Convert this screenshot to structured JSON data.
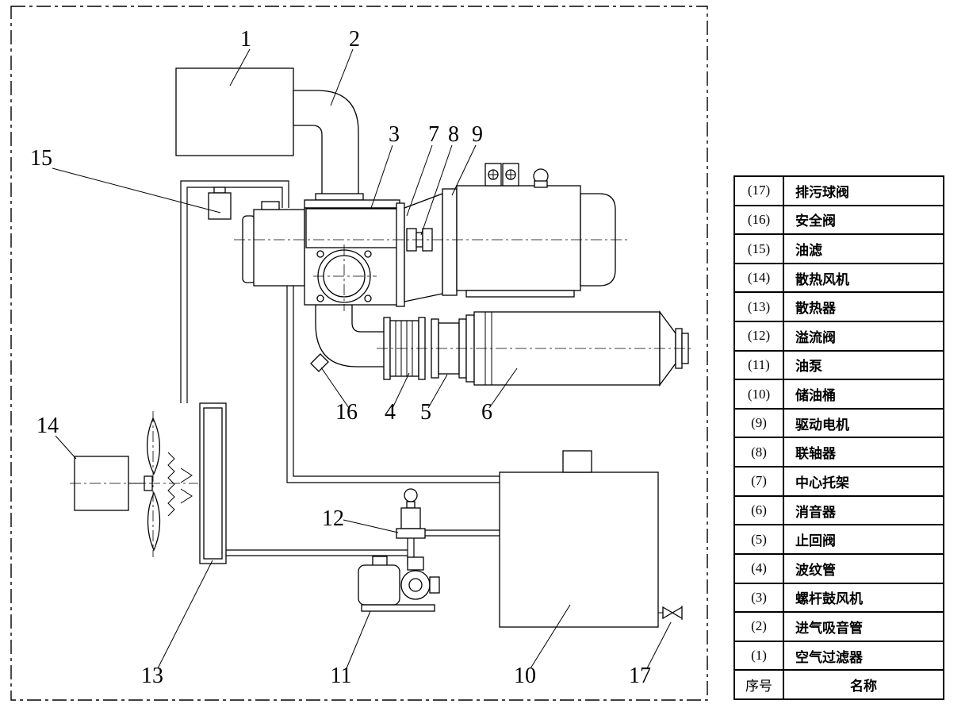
{
  "callouts": {
    "c1": "1",
    "c2": "2",
    "c3": "3",
    "c4": "4",
    "c5": "5",
    "c6": "6",
    "c7": "7",
    "c8": "8",
    "c9": "9",
    "c10": "10",
    "c11": "11",
    "c12": "12",
    "c13": "13",
    "c14": "14",
    "c15": "15",
    "c16": "16",
    "c17": "17"
  },
  "parts_table": {
    "header": {
      "col1": "序号",
      "col2": "名称"
    },
    "rows": [
      {
        "no": "(17)",
        "name": "排污球阀"
      },
      {
        "no": "(16)",
        "name": "安全阀"
      },
      {
        "no": "(15)",
        "name": "油滤"
      },
      {
        "no": "(14)",
        "name": "散热风机"
      },
      {
        "no": "(13)",
        "name": "散热器"
      },
      {
        "no": "(12)",
        "name": "溢流阀"
      },
      {
        "no": "(11)",
        "name": "油泵"
      },
      {
        "no": "(10)",
        "name": "储油桶"
      },
      {
        "no": "(9)",
        "name": "驱动电机"
      },
      {
        "no": "(8)",
        "name": "联轴器"
      },
      {
        "no": "(7)",
        "name": "中心托架"
      },
      {
        "no": "(6)",
        "name": "消音器"
      },
      {
        "no": "(5)",
        "name": "止回阀"
      },
      {
        "no": "(4)",
        "name": "波纹管"
      },
      {
        "no": "(3)",
        "name": "螺杆鼓风机"
      },
      {
        "no": "(2)",
        "name": "进气吸音管"
      },
      {
        "no": "(1)",
        "name": "空气过滤器"
      }
    ]
  }
}
